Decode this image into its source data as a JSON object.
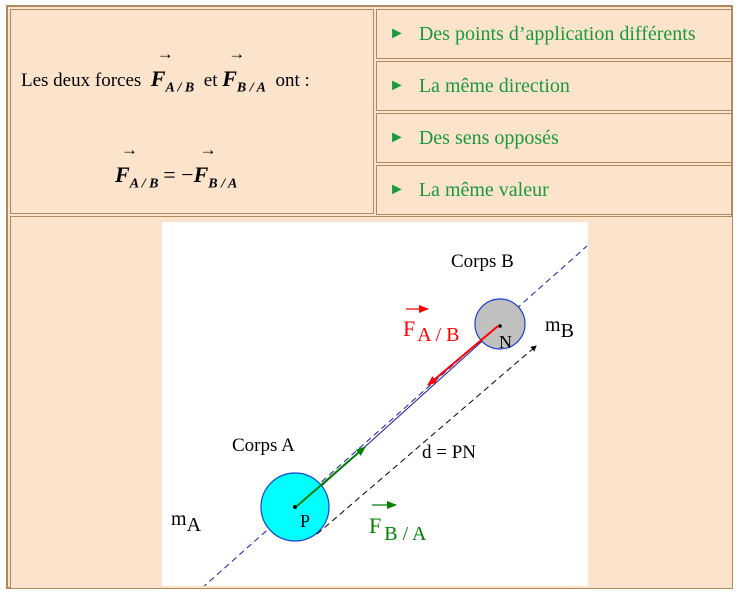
{
  "statement": {
    "prefix": "Les deux forces",
    "vec1": "F",
    "vec1_sub": "A / B",
    "connector": "et",
    "vec2": "F",
    "vec2_sub": "B / A",
    "suffix": "ont :",
    "arrow_glyph": "→",
    "eq_lhs": "F",
    "eq_lhs_sub": "A / B",
    "eq_sign": "= −",
    "eq_rhs": "F",
    "eq_rhs_sub": "B / A"
  },
  "properties": [
    {
      "bullet": "►",
      "label": "Des points d’application différents"
    },
    {
      "bullet": "►",
      "label": "La même direction"
    },
    {
      "bullet": "►",
      "label": "Des sens opposés"
    },
    {
      "bullet": "►",
      "label": "La même valeur"
    }
  ],
  "diagram": {
    "corps_a": "Corps A",
    "corps_b": "Corps B",
    "point_p": "P",
    "point_n": "N",
    "mass_a": "m",
    "mass_a_sub": "A",
    "mass_b": "m",
    "mass_b_sub": "B",
    "distance": "d = PN",
    "force_ab": "F",
    "force_ab_sub": "A / B",
    "force_ba": "F",
    "force_ba_sub": "B / A",
    "colors": {
      "sphere_a": "#00ffff",
      "sphere_b": "#c0c0c0",
      "sphere_stroke": "#1a3fcf",
      "force_ab": "#ff0000",
      "force_ba": "#008000",
      "line": "#1a1aa0"
    }
  }
}
